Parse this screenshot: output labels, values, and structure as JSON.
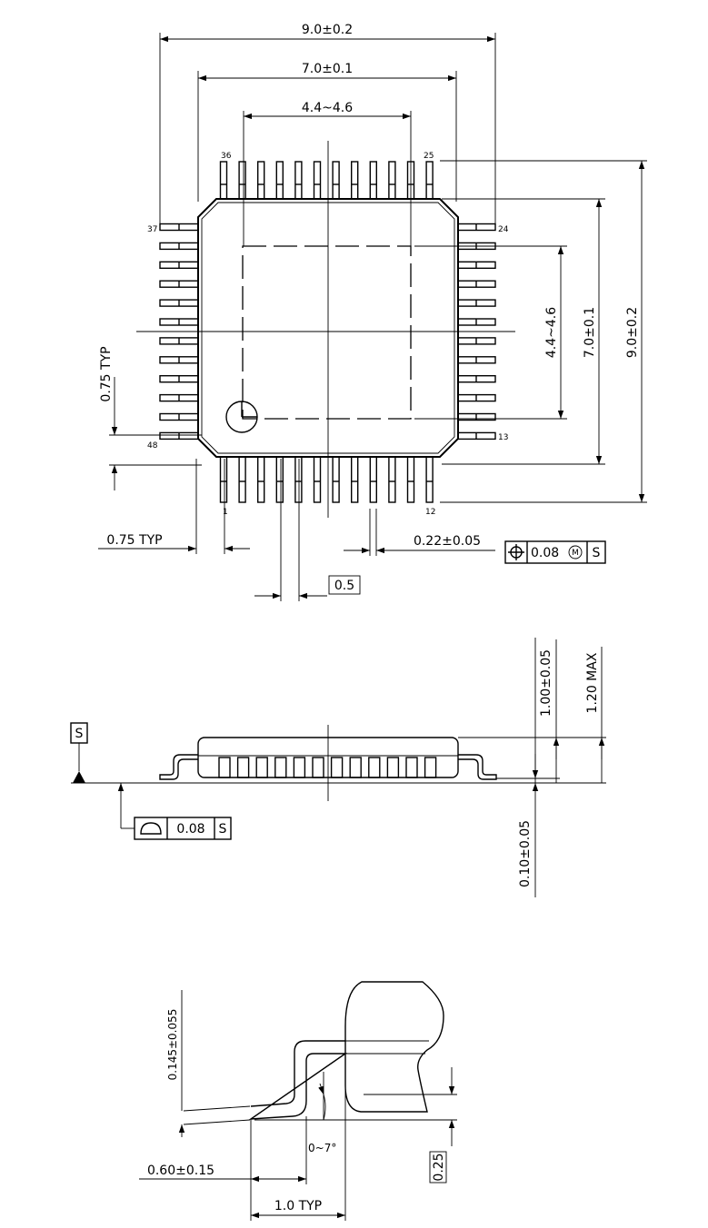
{
  "top_view": {
    "dims": {
      "overall_width": "9.0±0.2",
      "body_width": "7.0±0.1",
      "pad_width": "4.4~4.6",
      "pad_height": "4.4~4.6",
      "body_height": "7.0±0.1",
      "overall_height": "9.0±0.2",
      "lead_typ_vertical": "0.75 TYP",
      "lead_typ_horizontal": "0.75 TYP",
      "lead_width": "0.22±0.05",
      "pitch": "0.5"
    },
    "pins": {
      "p1": "1",
      "p12": "12",
      "p13": "13",
      "p24": "24",
      "p25": "25",
      "p36": "36",
      "p37": "37",
      "p48": "48"
    },
    "position_tolerance": {
      "symbol": "⌖",
      "value": "0.08",
      "modifier": "M",
      "datum": "S"
    }
  },
  "side_view": {
    "datum_label": "S",
    "dims": {
      "body_thickness": "1.00±0.05",
      "max_height": "1.20 MAX",
      "standoff": "0.10±0.05"
    },
    "profile_tolerance": {
      "value": "0.08",
      "datum": "S"
    }
  },
  "lead_detail": {
    "dims": {
      "lead_thickness": "0.145±0.055",
      "foot_length": "0.60±0.15",
      "footprint": "1.0 TYP",
      "angle": "0~7°",
      "gauge": "0.25"
    }
  }
}
